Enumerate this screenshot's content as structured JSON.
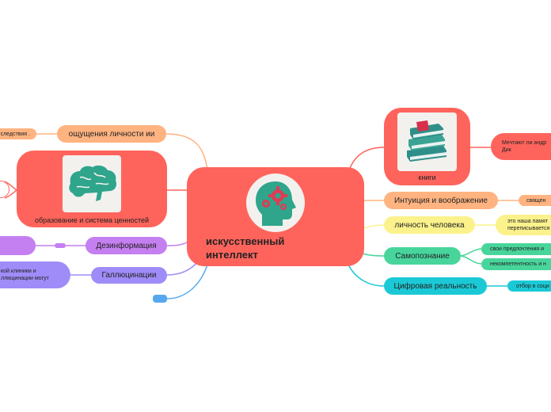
{
  "colors": {
    "central": "#fe645c",
    "peach": "#ffb380",
    "purple": "#c47ff0",
    "violet": "#9f8cf8",
    "blue": "#56a9ee",
    "yellow": "#fbf28c",
    "green": "#48d59c",
    "cyan": "#1bc9d6",
    "card_inner": "#f3f1ee"
  },
  "central": {
    "title": "искусственный интеллект",
    "icon": "head-gears-icon"
  },
  "left": {
    "feelings": {
      "label": "ощущения личности ии",
      "leaf": "следствия ."
    },
    "education": {
      "label": "образование и система ценностей",
      "icon": "brain-icon"
    },
    "disinformation": {
      "label": "Дезинформация"
    },
    "hallucinations": {
      "label": "Галлюцинации",
      "leaf_line1": "кой клиники и",
      "leaf_line2": "ллюцинации могут"
    }
  },
  "right": {
    "books": {
      "label": "книги",
      "icon": "books-icon",
      "leaf_line1": "Мечтают ли андр",
      "leaf_line2": "Дик"
    },
    "intuition": {
      "label": "Интуиция и воображение",
      "leaf": "священ"
    },
    "personality": {
      "label": "личность человека",
      "leaf_line1": "это наша памят",
      "leaf_line2": "переписывается"
    },
    "selfknowledge": {
      "label": "Самопознание",
      "leaf1": "свои предпочтения и",
      "leaf2": "некомпетентность и н"
    },
    "digital": {
      "label": "Цифровая реальность",
      "leaf": "отбор в соци"
    }
  }
}
